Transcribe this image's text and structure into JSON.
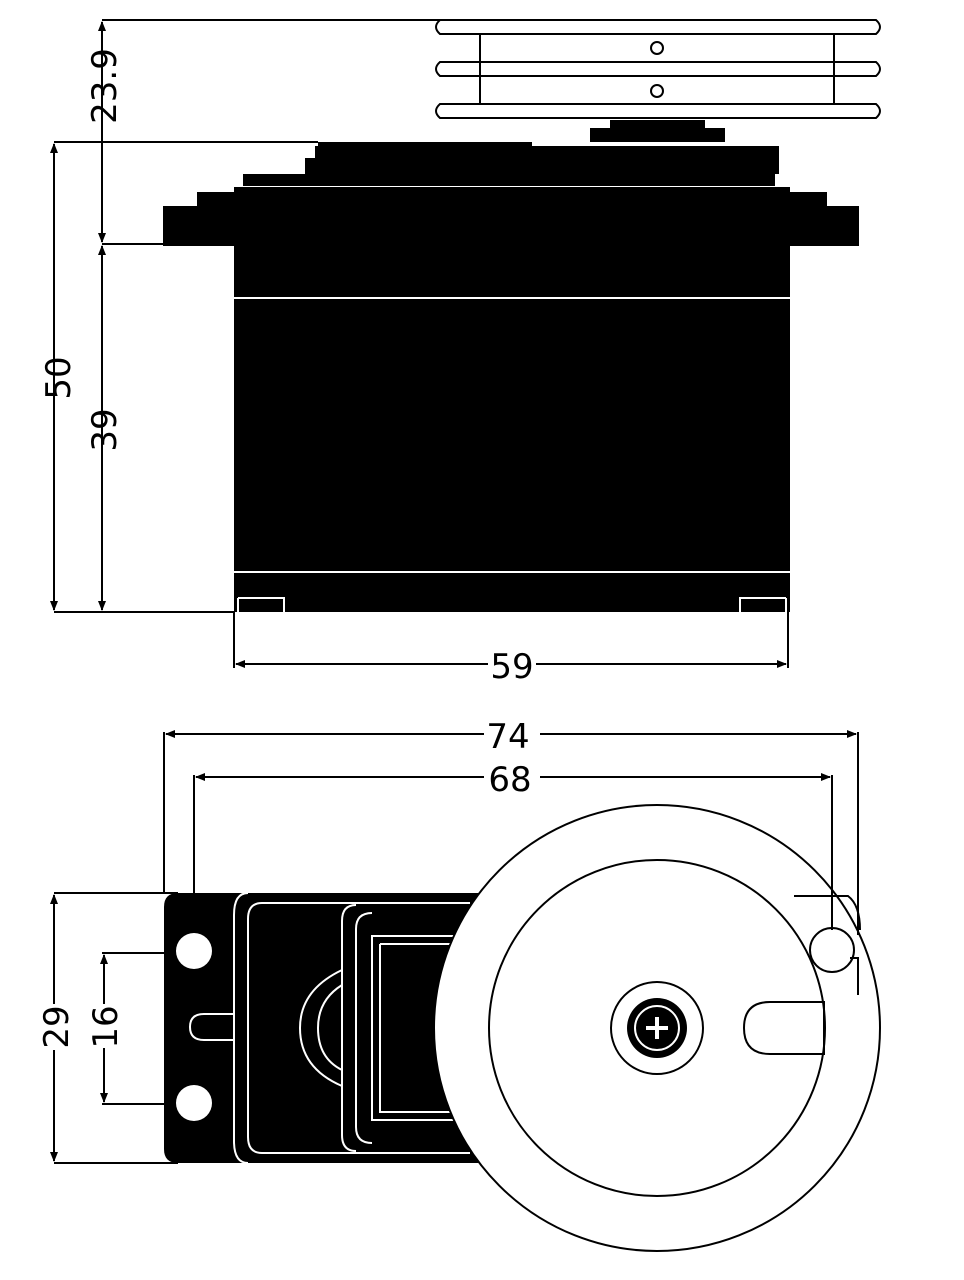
{
  "dimensions": {
    "horn_height": "23.9",
    "total_height": "50",
    "body_height": "39",
    "body_width": "59",
    "overall_length": "74",
    "mounting_hole_spacing": "68",
    "case_width": "29",
    "mounting_hole_pitch": "16"
  },
  "colors": {
    "ink": "#000000",
    "paper": "#ffffff"
  }
}
